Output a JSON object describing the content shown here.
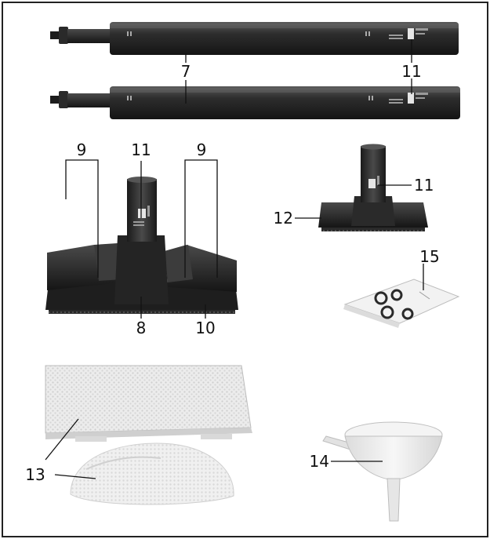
{
  "figure": {
    "callouts": [
      {
        "id": "c7",
        "label": "7"
      },
      {
        "id": "c11-rod",
        "label": "11"
      },
      {
        "id": "c9-left",
        "label": "9"
      },
      {
        "id": "c11-nozzle",
        "label": "11"
      },
      {
        "id": "c9-right",
        "label": "9"
      },
      {
        "id": "c11-small",
        "label": "11"
      },
      {
        "id": "c12",
        "label": "12"
      },
      {
        "id": "c15",
        "label": "15"
      },
      {
        "id": "c8",
        "label": "8"
      },
      {
        "id": "c10",
        "label": "10"
      },
      {
        "id": "c13",
        "label": "13"
      },
      {
        "id": "c14",
        "label": "14"
      }
    ]
  }
}
